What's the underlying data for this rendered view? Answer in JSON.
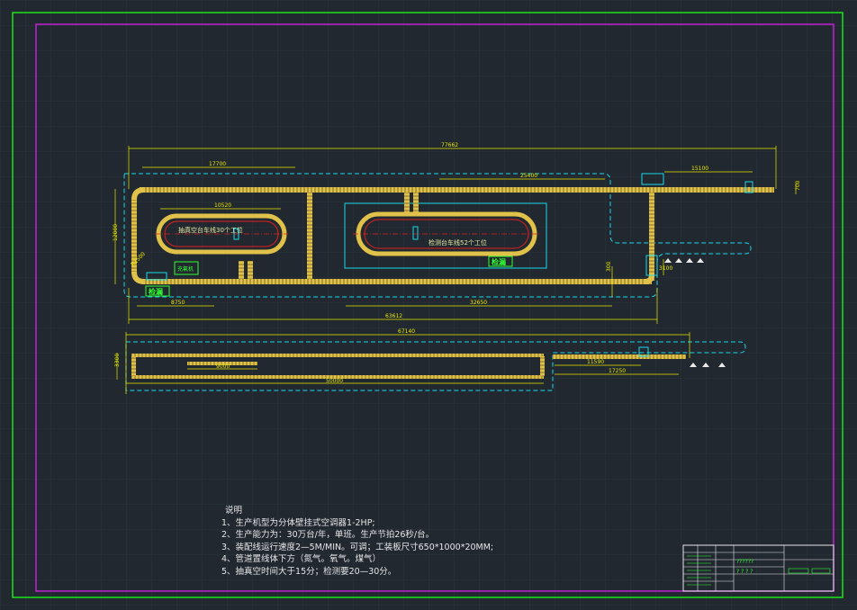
{
  "notes": {
    "title": "说明",
    "lines": [
      "1、生产机型为分体壁挂式空调器1-2HP;",
      "2、生产能力为：30万台/年，单班。生产节拍26秒/台。",
      "3、装配线运行速度2—5M/MIN。可调；工装板尺寸650*1000*20MM;",
      "4、管道置线体下方（氮气。氧气。煤气）",
      "5、抽真空时间大于15分；检测要20—30分。"
    ]
  },
  "labels": {
    "loop_left": "抽真空台车线30个工位",
    "loop_right": "检测台车线52个工位",
    "inspect_left": "检漏",
    "inspect_right": "检漏",
    "box_left": "充氟机",
    "corner_radius": "R1500"
  },
  "dimensions": {
    "overall_top": "77662",
    "seg_top_left": "17700",
    "seg_top_mid": "25400",
    "seg_top_right": "15100",
    "loop_width": "10520",
    "left_height": "12000",
    "right_small": "700",
    "right_mid": "3100",
    "bottom_left": "8750",
    "bottom_mid": "32650",
    "bottom_overall": "63612",
    "mid_right": "300",
    "line2_overall": "67140",
    "line2_inner": "9000",
    "line2_bottom": "50000",
    "line2_right1": "11590",
    "line2_right2": "17250",
    "line2_height": "3300"
  },
  "title_block": {
    "marks": [
      "??????",
      "? ? ? ?"
    ]
  },
  "colors": {
    "background": "#212830",
    "grid": "#2b333b",
    "frame_outer": "#19e619",
    "frame_inner": "#c21fd6",
    "conveyor": "#e0c24a",
    "dimension": "#e8e800",
    "cyan_outline": "#19d8ea",
    "red_center": "#e02020"
  }
}
